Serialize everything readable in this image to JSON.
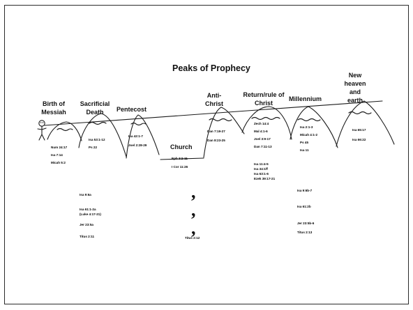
{
  "title": "Peaks of Prophecy",
  "headings": {
    "birth": "Birth of Messiah",
    "sacrificial": "Sacrificial Death",
    "pentecost": "Pentecost",
    "church": "Church",
    "antichrist": "Anti-Christ",
    "return": "Return/rule of Christ",
    "millennium": "Millennium",
    "new_heaven": "New heaven and earth"
  },
  "refs": {
    "birth": [
      "Num 24:17",
      "Isa 7:14",
      "Micah 5:2"
    ],
    "sacrificial": [
      "Isa 53:1-12",
      "Ps 22"
    ],
    "pentecost": [
      "Isa 42:1-7",
      "Joel 2:28-29"
    ],
    "church": [
      "Eph 3:2-11",
      "I Cor 11:26"
    ],
    "antichrist": [
      "Dan 7:19-27",
      "Dan 8:23-25"
    ],
    "return_peak": [
      "Zech 14:4",
      "Mal 4:1-6",
      "Joel 3:9-17",
      "Dan 7:11-13"
    ],
    "return_below": [
      "Isa 11:4-5",
      "Isa 34:1ff",
      "Isa 63:1-6",
      "Ezek 39:17-21"
    ],
    "millennium_peak": [
      "Isa 2:1-3",
      "Micah 4:1-2",
      "Ps 45",
      "Isa 11"
    ],
    "new_heaven": [
      "Isa 65:17",
      "Isa 66:22"
    ]
  },
  "lower_left": [
    "Isa 9:6a",
    "Isa 61:1-2a",
    "(Luke 4:17-21)",
    "Jer 23:5a",
    "Titus 2:11"
  ],
  "lower_mid": [
    "Titus 2:12"
  ],
  "lower_right": [
    "Isa 9:6b-7",
    "Isa 61:2b",
    "Jer 23:5b-6",
    "Titus 2:13"
  ],
  "punctuation": [
    ",",
    ",",
    ","
  ]
}
